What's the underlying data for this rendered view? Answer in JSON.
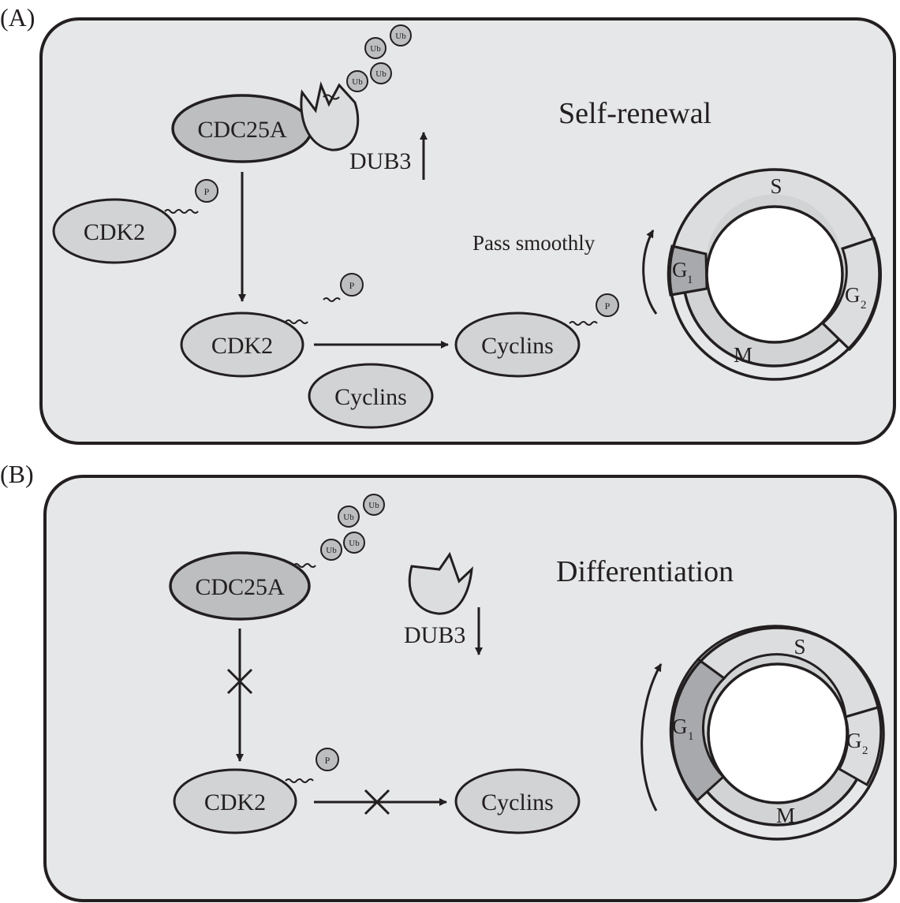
{
  "panel_a": {
    "label": "(A)",
    "title": "Self-renewal",
    "cdc25a": "CDC25A",
    "dub3": "DUB3",
    "cdk2_free": "CDK2",
    "cdk2": "CDK2",
    "cyclins_free": "Cyclins",
    "cyclins": "Cyclins",
    "phospho": [
      "P",
      "P",
      "P"
    ],
    "ubiquitins": [
      "Ub",
      "Ub",
      "Ub",
      "Ub"
    ],
    "cycle_note": "Pass smoothly",
    "phases": {
      "s": "S",
      "g1": "G",
      "g1_sub": "1",
      "g2": "G",
      "g2_sub": "2",
      "m": "M"
    }
  },
  "panel_b": {
    "label": "(B)",
    "title": "Differentiation",
    "cdc25a": "CDC25A",
    "dub3": "DUB3",
    "cdk2": "CDK2",
    "cyclins": "Cyclins",
    "phospho": [
      "P"
    ],
    "ubiquitins": [
      "Ub",
      "Ub",
      "Ub",
      "Ub"
    ],
    "phases": {
      "s": "S",
      "g1": "G",
      "g1_sub": "1",
      "g2": "G",
      "g2_sub": "2",
      "m": "M"
    }
  },
  "colors": {
    "panel_fill": "#e6e7e8",
    "stroke": "#231f20",
    "dark_protein": "#bcbec0",
    "light_protein": "#d1d3d4",
    "g1_a": "#a7a9ac",
    "g1_b": "#a7a9ac",
    "phase_light": "#dcddde",
    "ring_mid": "#d1d3d4"
  }
}
